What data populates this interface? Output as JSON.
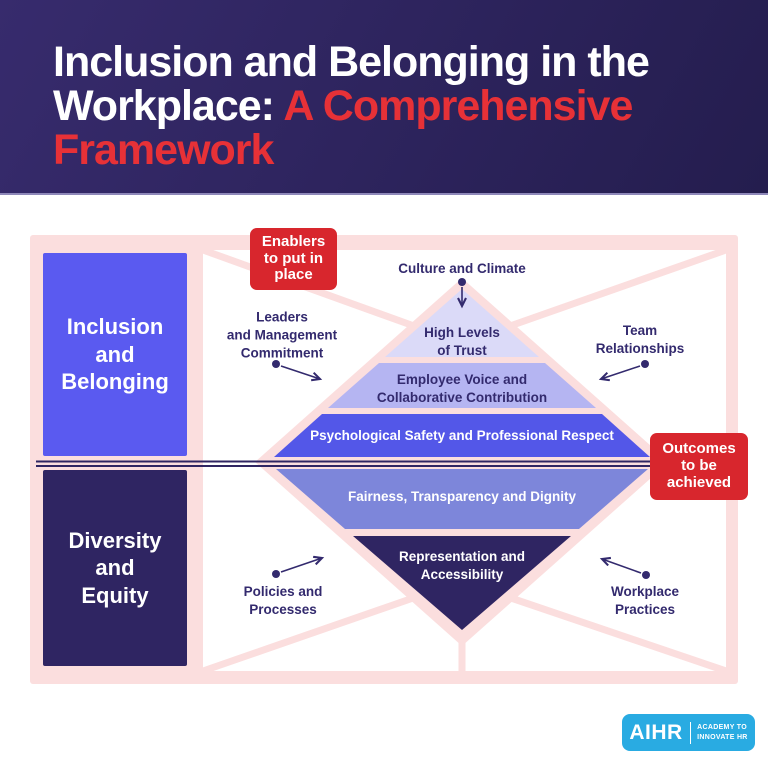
{
  "header": {
    "line1": "Inclusion and Belonging in the",
    "line2_white": "Workplace: ",
    "line2_red": "A Comprehensive",
    "line3_red": "Framework"
  },
  "categories": {
    "inclusion": {
      "lines": [
        "Inclusion",
        "and",
        "Belonging"
      ]
    },
    "diversity": {
      "lines": [
        "Diversity",
        "and",
        "Equity"
      ]
    }
  },
  "badges": {
    "enablers": {
      "lines": [
        "Enablers",
        "to put in",
        "place"
      ]
    },
    "outcomes": {
      "lines": [
        "Outcomes",
        "to be",
        "achieved"
      ]
    }
  },
  "context_labels": {
    "culture": "Culture and Climate",
    "leaders": {
      "lines": [
        "Leaders",
        "and Management",
        "Commitment"
      ]
    },
    "team": {
      "lines": [
        "Team",
        "Relationships"
      ]
    },
    "policies": {
      "lines": [
        "Policies and",
        "Processes"
      ]
    },
    "workplace": {
      "lines": [
        "Workplace",
        "Practices"
      ]
    }
  },
  "diamond": {
    "band1": {
      "lines": [
        "High Levels",
        "of Trust"
      ]
    },
    "band2": {
      "lines": [
        "Employee Voice and",
        "Collaborative Contribution"
      ]
    },
    "band3": {
      "label": "Psychological Safety and Professional Respect"
    },
    "band4": {
      "label": "Fairness, Transparency and Dignity"
    },
    "band5": {
      "lines": [
        "Representation and",
        "Accessibility"
      ]
    }
  },
  "logo": {
    "name": "AIHR",
    "tagline": [
      "ACADEMY TO",
      "INNOVATE HR"
    ]
  },
  "colors": {
    "header-top": "#372b6d",
    "header-bottom": "#241d4e",
    "title-red": "#e73137",
    "badge-red": "#d8262d",
    "pink": "#fbdede",
    "category-blue": "#5a5af0",
    "navy": "#2f2562",
    "band1": "#dbdaf8",
    "band2": "#b5b5f2",
    "band3": "#5357e8",
    "band4": "#7d86da",
    "label-ink": "#332a6e",
    "logo-blue": "#29abe2"
  }
}
